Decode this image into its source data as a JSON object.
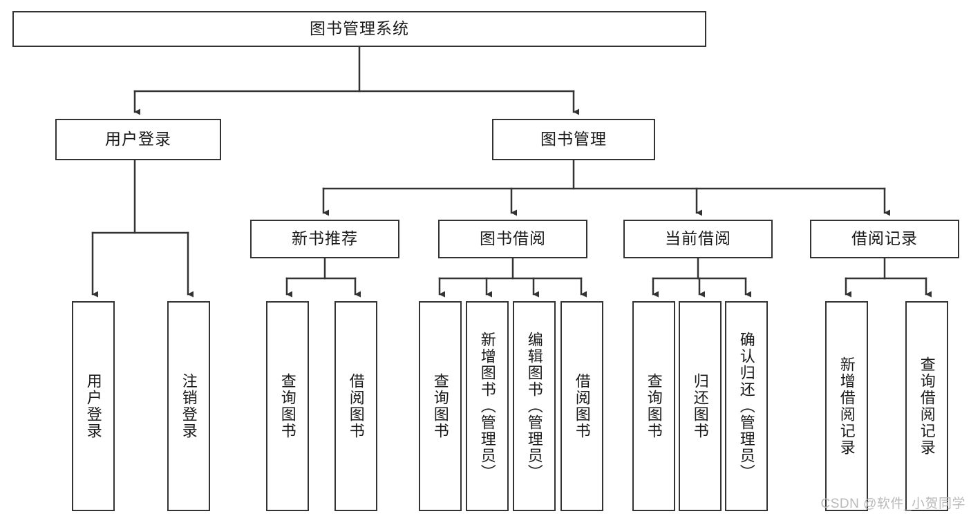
{
  "diagram": {
    "title": "图书管理系统",
    "type": "tree-hierarchy-chart",
    "stroke_color": "#333333",
    "background_color": "#ffffff",
    "text_color": "#1a1a1a",
    "root": {
      "label": "图书管理系统"
    },
    "level2": [
      {
        "label": "用户登录"
      },
      {
        "label": "图书管理"
      }
    ],
    "level3": [
      {
        "label": "新书推荐"
      },
      {
        "label": "图书借阅"
      },
      {
        "label": "当前借阅"
      },
      {
        "label": "借阅记录"
      }
    ],
    "leaves": {
      "user_login": [
        {
          "label": "用户登录"
        },
        {
          "label": "注销登录"
        }
      ],
      "new_book_recommend": [
        {
          "label": "查询图书"
        },
        {
          "label": "借阅图书"
        }
      ],
      "book_borrow": [
        {
          "label": "查询图书"
        },
        {
          "label": "新增图书（管理员）"
        },
        {
          "label": "编辑图书（管理员）"
        },
        {
          "label": "借阅图书"
        }
      ],
      "current_borrow": [
        {
          "label": "查询图书"
        },
        {
          "label": "归还图书"
        },
        {
          "label": "确认归还（管理员）"
        }
      ],
      "borrow_record": [
        {
          "label": "新增借阅记录"
        },
        {
          "label": "查询借阅记录"
        }
      ]
    }
  },
  "watermark": {
    "text": "CSDN @软件_小贺同学",
    "color": "#b9b9b9"
  }
}
